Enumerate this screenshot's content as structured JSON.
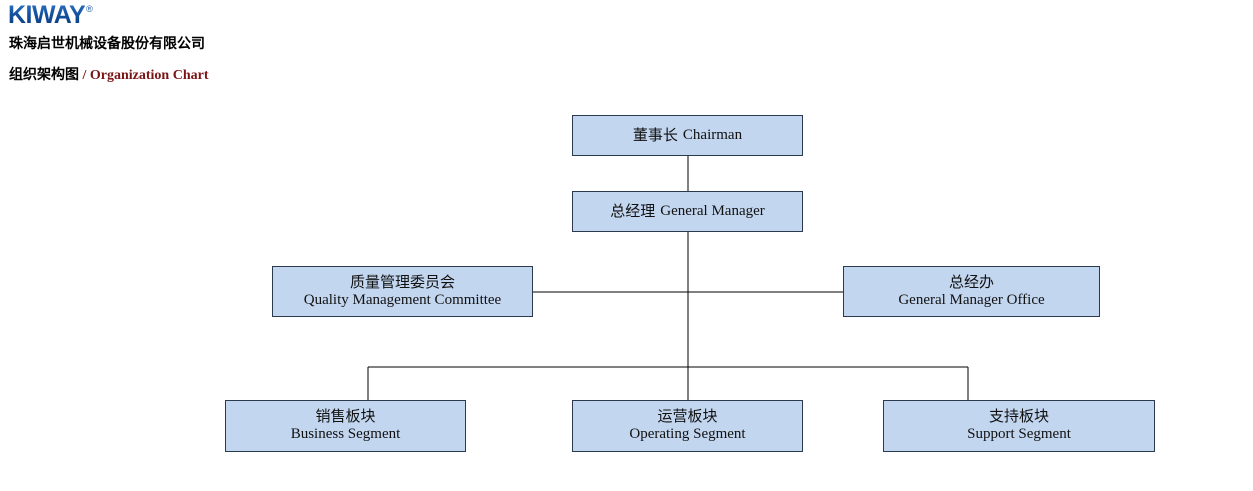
{
  "header": {
    "logo_text": "KIWAY",
    "logo_trademark": "®",
    "company_name": "珠海启世机械设备股份有限公司",
    "title_zh": "组织架构图",
    "title_en": "/ Organization Chart"
  },
  "colors": {
    "node_fill": "#c3d6ef",
    "node_border": "#2b3a4d",
    "connector": "#000000",
    "logo_blue": "#13519f",
    "title_en_red": "#7a1515"
  },
  "chart": {
    "type": "org-chart",
    "nodes": [
      {
        "id": "chairman",
        "zh": "董事长",
        "en": "Chairman",
        "layout": "inline",
        "level": 0
      },
      {
        "id": "general-manager",
        "zh": "总经理",
        "en": "General Manager",
        "layout": "inline",
        "level": 1
      },
      {
        "id": "quality-management-committee",
        "zh": "质量管理委员会",
        "en": "Quality Management Committee",
        "layout": "stacked",
        "level": 2
      },
      {
        "id": "general-manager-office",
        "zh": "总经办",
        "en": "General Manager Office",
        "layout": "stacked",
        "level": 2
      },
      {
        "id": "business-segment",
        "zh": "销售板块",
        "en": "Business Segment",
        "layout": "stacked",
        "level": 3
      },
      {
        "id": "operating-segment",
        "zh": "运营板块",
        "en": "Operating Segment",
        "layout": "stacked",
        "level": 3
      },
      {
        "id": "support-segment",
        "zh": "支持板块",
        "en": "Support Segment",
        "layout": "stacked",
        "level": 3
      }
    ]
  }
}
